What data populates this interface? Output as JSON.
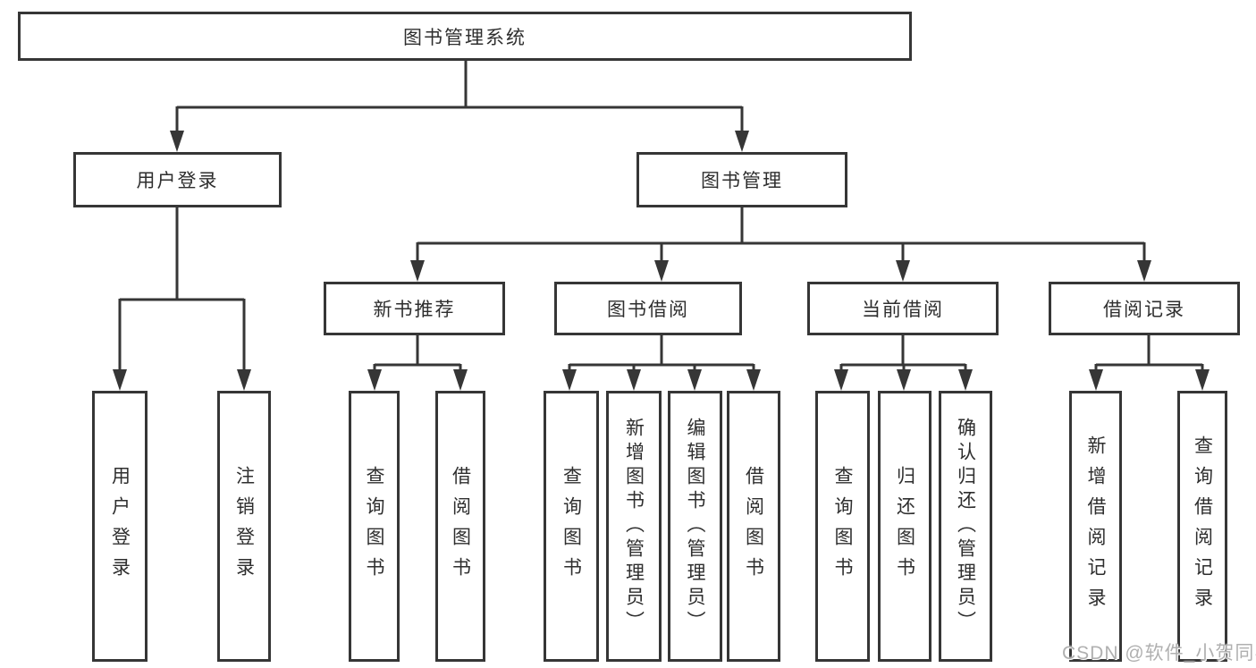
{
  "diagram": {
    "root": {
      "label": "图书管理系统",
      "children": [
        {
          "label": "用户登录",
          "children": [
            {
              "label": "用户登录"
            },
            {
              "label": "注销登录"
            }
          ]
        },
        {
          "label": "图书管理",
          "children": [
            {
              "label": "新书推荐",
              "children": [
                {
                  "label": "查询图书"
                },
                {
                  "label": "借阅图书"
                }
              ]
            },
            {
              "label": "图书借阅",
              "children": [
                {
                  "label": "查询图书"
                },
                {
                  "label": "新增图书（管理员）"
                },
                {
                  "label": "编辑图书（管理员）"
                },
                {
                  "label": "借阅图书"
                }
              ]
            },
            {
              "label": "当前借阅",
              "children": [
                {
                  "label": "查询图书"
                },
                {
                  "label": "归还图书"
                },
                {
                  "label": "确认归还（管理员）"
                }
              ]
            },
            {
              "label": "借阅记录",
              "children": [
                {
                  "label": "新增借阅记录"
                },
                {
                  "label": "查询借阅记录"
                }
              ]
            }
          ]
        }
      ]
    }
  },
  "watermark": "CSDN @软件_小贺同学",
  "colors": {
    "line": "#363636",
    "text": "#2e2e2e",
    "box_background": "#ffffff",
    "watermark": "#b0b0b0"
  }
}
